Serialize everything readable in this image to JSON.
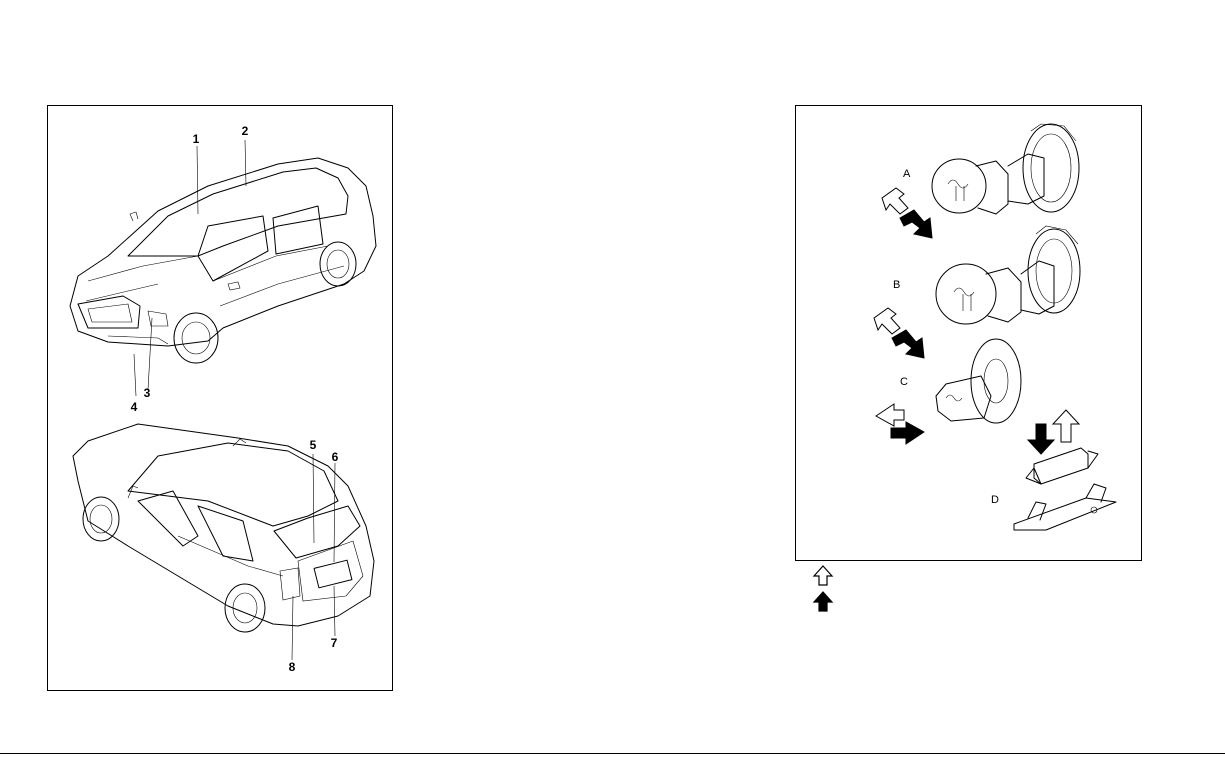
{
  "figure_left": {
    "callouts": [
      "1",
      "2",
      "3",
      "4",
      "5",
      "6",
      "7",
      "8"
    ]
  },
  "figure_right": {
    "labels": [
      "A",
      "B",
      "C",
      "D"
    ]
  },
  "legend": {
    "items": [
      {
        "icon": "outline-arrow-icon"
      },
      {
        "icon": "filled-arrow-icon"
      }
    ]
  },
  "colors": {
    "ink": "#000000",
    "paper": "#ffffff"
  }
}
